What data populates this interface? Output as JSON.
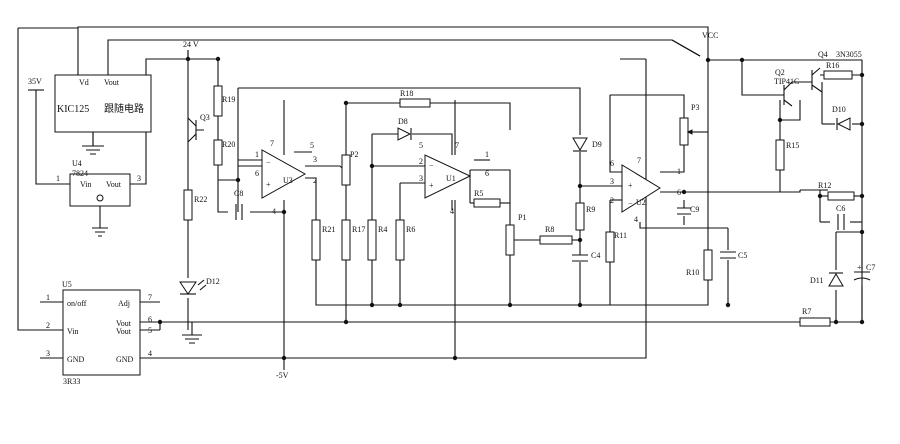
{
  "labels": {
    "v24": "24 V",
    "vcc": "VCC",
    "v35": "35V",
    "vneg5": "-5V",
    "u_kic_vd": "Vd",
    "u_kic_vout": "Vout",
    "u_kic_name": "KIC125",
    "u_kic_cn": "跟随电路",
    "u4": "U4",
    "u4_part": "7824",
    "u4_vin": "Vin",
    "u4_vout": "Vout",
    "u4_p1": "1",
    "u4_p3": "3",
    "u5": "U5",
    "u5_onoff": "on/off",
    "u5_adj": "Adj",
    "u5_vin": "Vin",
    "u5_vout1": "Vout",
    "u5_vout2": "Vout",
    "u5_gnd1": "GND",
    "u5_gnd2": "GND",
    "u5_part": "3R33",
    "u5_p1": "1",
    "u5_p2": "2",
    "u5_p3": "3",
    "u5_p4": "4",
    "u5_p5": "5",
    "u5_p6": "6",
    "u5_p7": "7",
    "u3": "U3",
    "u1": "U1",
    "u2": "U2",
    "q3": "Q3",
    "q2": "Q2",
    "q2_part": "TIP41C",
    "q4": "Q4",
    "q4_part": "3N3055",
    "r1_19": "R19",
    "r20": "R20",
    "r22": "R22",
    "r21": "R21",
    "r17": "R17",
    "r4": "R4",
    "r6": "R6",
    "r18": "R18",
    "r5": "R5",
    "r8": "R8",
    "r9": "R9",
    "r11": "R11",
    "r10": "R10",
    "r15": "R15",
    "r16": "R16",
    "r12": "R12",
    "r7": "R7",
    "c8": "C8",
    "c4": "C4",
    "c9": "C9",
    "c5": "C5",
    "c6": "C6",
    "c7": "C7",
    "d8": "D8",
    "d9": "D9",
    "d10": "D10",
    "d11": "D11",
    "d12": "D12",
    "p1": "P1",
    "p2": "P2",
    "p3": "P3",
    "pin_1": "1",
    "pin_2": "2",
    "pin_3": "3",
    "pin_4": "4",
    "pin_5": "5",
    "pin_6": "6",
    "pin_7": "7"
  }
}
